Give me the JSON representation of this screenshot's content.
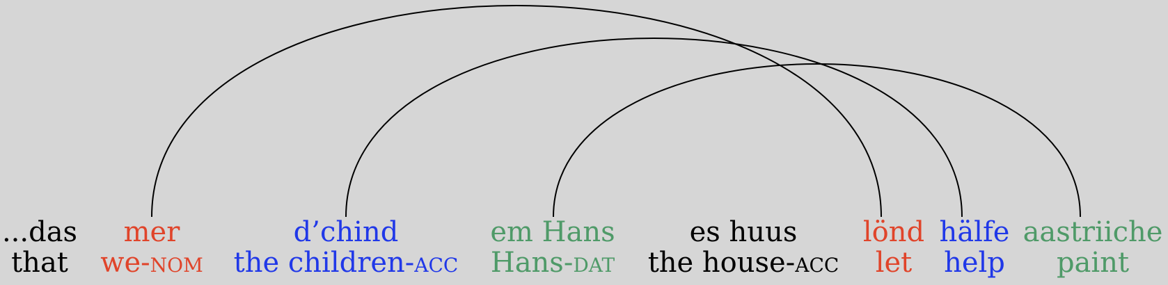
{
  "colors": {
    "background": "#d6d6d6",
    "black": "#000000",
    "red": "#e0442a",
    "blue": "#2038e8",
    "green": "#4f9a68"
  },
  "words": [
    {
      "id": "das",
      "text": "...das",
      "gloss": "that",
      "gloss_sc": "",
      "color": "#000000"
    },
    {
      "id": "mer",
      "text": "mer",
      "gloss": "we-",
      "gloss_sc": "nom",
      "color": "#e0442a"
    },
    {
      "id": "dchind",
      "text": "d’chind",
      "gloss": "the children-",
      "gloss_sc": "acc",
      "color": "#2038e8"
    },
    {
      "id": "em-hans",
      "text": "em Hans",
      "gloss": "Hans-",
      "gloss_sc": "dat",
      "color": "#4f9a68"
    },
    {
      "id": "es-huus",
      "text": "es huus",
      "gloss": "the house-",
      "gloss_sc": "acc",
      "color": "#000000"
    },
    {
      "id": "lond",
      "text": "lönd",
      "gloss": "let",
      "gloss_sc": "",
      "color": "#e0442a"
    },
    {
      "id": "halfe",
      "text": "hälfe",
      "gloss": "help",
      "gloss_sc": "",
      "color": "#2038e8"
    },
    {
      "id": "aastriiche",
      "text": "aastriiche",
      "gloss": "paint",
      "gloss_sc": "",
      "color": "#4f9a68"
    }
  ],
  "arcs": [
    {
      "from": "mer",
      "to": "lond"
    },
    {
      "from": "dchind",
      "to": "halfe"
    },
    {
      "from": "em-hans",
      "to": "aastriiche"
    }
  ]
}
